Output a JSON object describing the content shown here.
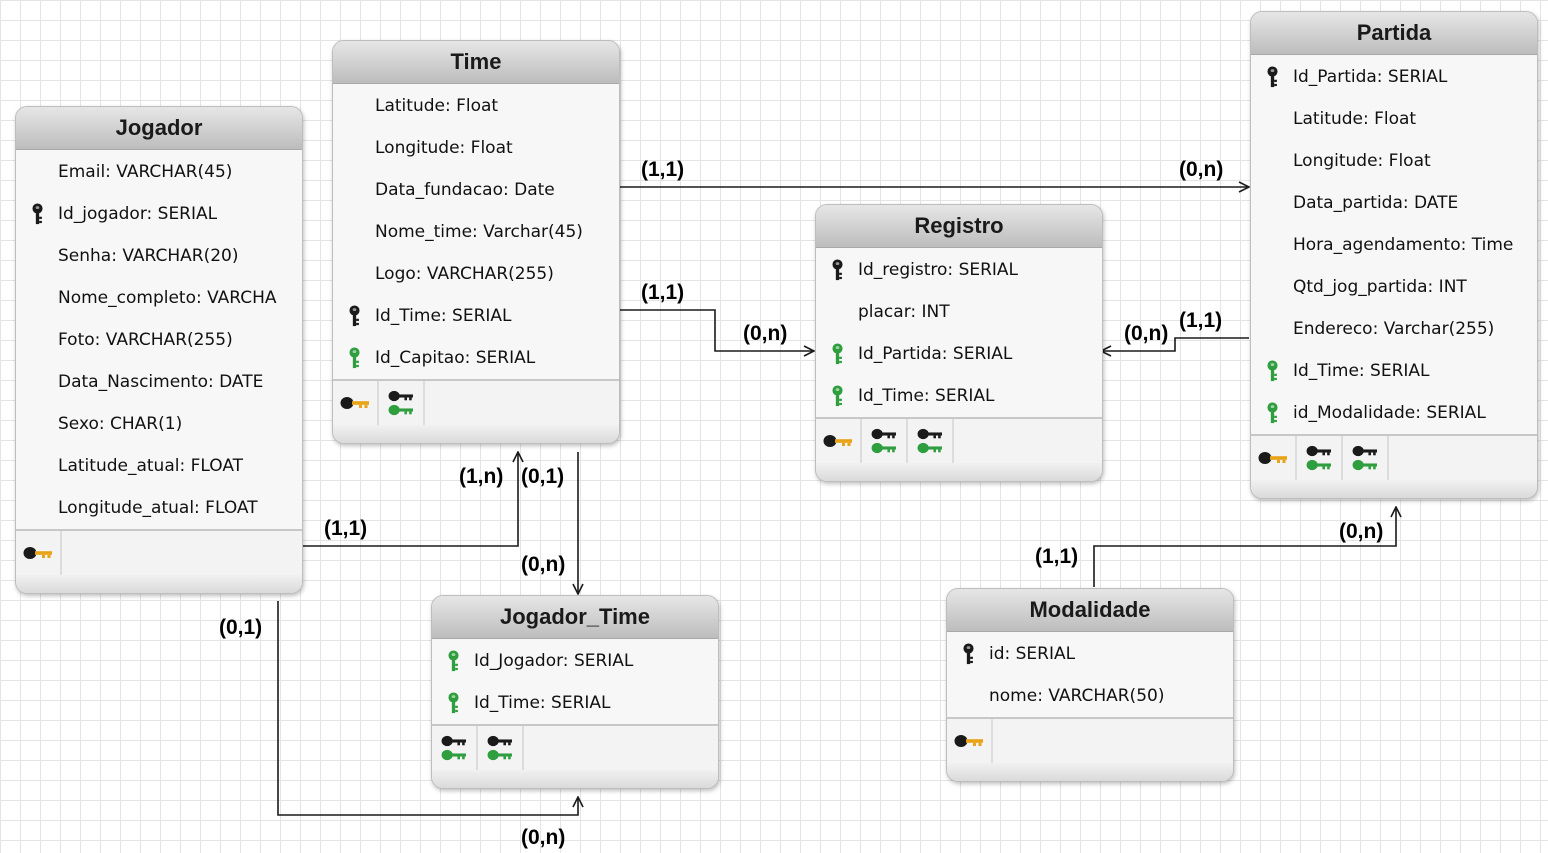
{
  "entities": {
    "jogador": {
      "title": "Jogador",
      "fields": [
        {
          "text": "Email: VARCHAR(45)",
          "key": "none"
        },
        {
          "text": "Id_jogador: SERIAL",
          "key": "primary"
        },
        {
          "text": "Senha: VARCHAR(20)",
          "key": "none"
        },
        {
          "text": "Nome_completo: VARCHA",
          "key": "none"
        },
        {
          "text": "Foto: VARCHAR(255)",
          "key": "none"
        },
        {
          "text": "Data_Nascimento: DATE",
          "key": "none"
        },
        {
          "text": "Sexo: CHAR(1)",
          "key": "none"
        },
        {
          "text": "Latitude_atual: FLOAT",
          "key": "none"
        },
        {
          "text": "Longitude_atual: FLOAT",
          "key": "none"
        }
      ],
      "indexes": [
        "primary-key-index"
      ]
    },
    "time": {
      "title": "Time",
      "fields": [
        {
          "text": "Latitude: Float",
          "key": "none"
        },
        {
          "text": "Longitude: Float",
          "key": "none"
        },
        {
          "text": "Data_fundacao: Date",
          "key": "none"
        },
        {
          "text": "Nome_time: Varchar(45)",
          "key": "none"
        },
        {
          "text": "Logo: VARCHAR(255)",
          "key": "none"
        },
        {
          "text": "Id_Time: SERIAL",
          "key": "primary"
        },
        {
          "text": "Id_Capitao: SERIAL",
          "key": "foreign"
        }
      ],
      "indexes": [
        "primary-key-index",
        "foreign-key-index"
      ]
    },
    "registro": {
      "title": "Registro",
      "fields": [
        {
          "text": "Id_registro: SERIAL",
          "key": "primary"
        },
        {
          "text": "placar: INT",
          "key": "none"
        },
        {
          "text": "Id_Partida: SERIAL",
          "key": "foreign"
        },
        {
          "text": "Id_Time: SERIAL",
          "key": "foreign"
        }
      ],
      "indexes": [
        "primary-key-index",
        "foreign-key-index",
        "foreign-key-index"
      ]
    },
    "partida": {
      "title": "Partida",
      "fields": [
        {
          "text": "Id_Partida: SERIAL",
          "key": "primary"
        },
        {
          "text": "Latitude: Float",
          "key": "none"
        },
        {
          "text": "Longitude: Float",
          "key": "none"
        },
        {
          "text": "Data_partida: DATE",
          "key": "none"
        },
        {
          "text": "Hora_agendamento: Time",
          "key": "none"
        },
        {
          "text": "Qtd_jog_partida: INT",
          "key": "none"
        },
        {
          "text": "Endereco: Varchar(255)",
          "key": "none"
        },
        {
          "text": "Id_Time: SERIAL",
          "key": "foreign"
        },
        {
          "text": "id_Modalidade: SERIAL",
          "key": "foreign"
        }
      ],
      "indexes": [
        "primary-key-index",
        "foreign-key-index",
        "foreign-key-index"
      ]
    },
    "jogador_time": {
      "title": "Jogador_Time",
      "fields": [
        {
          "text": "Id_Jogador: SERIAL",
          "key": "foreign"
        },
        {
          "text": "Id_Time: SERIAL",
          "key": "foreign"
        }
      ],
      "indexes": [
        "foreign-key-index",
        "foreign-key-index"
      ]
    },
    "modalidade": {
      "title": "Modalidade",
      "fields": [
        {
          "text": "id: SERIAL",
          "key": "primary"
        },
        {
          "text": "nome: VARCHAR(50)",
          "key": "none"
        }
      ],
      "indexes": [
        "primary-key-index"
      ]
    }
  },
  "cardinalities": {
    "time_partida_start": "(1,1)",
    "time_partida_end": "(0,n)",
    "time_registro_start": "(1,1)",
    "time_registro_end": "(0,n)",
    "partida_registro_end": "(0,n)",
    "partida_registro_start": "(1,1)",
    "jogador_time_start": "(1,1)",
    "jogador_time_end": "(1,n)",
    "time_jt_start": "(0,1)",
    "time_jt_end": "(0,n)",
    "jogador_jt_start": "(0,1)",
    "jogador_jt_end": "(0,n)",
    "modalidade_partida_start": "(1,1)",
    "modalidade_partida_end": "(0,n)"
  },
  "colors": {
    "primary_key": "#1a1a1a",
    "foreign_key": "#2e9e3e",
    "index_key": "#e8a317",
    "relation_line": "#1a1a1a"
  }
}
